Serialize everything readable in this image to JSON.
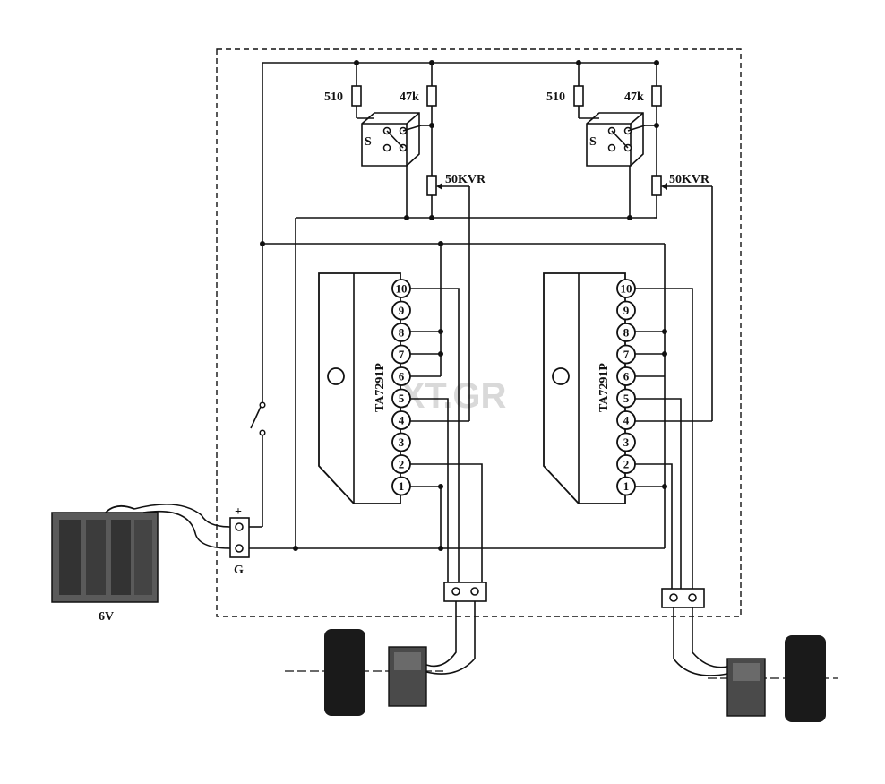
{
  "labels": {
    "res_510_left": "510",
    "res_47k_left": "47k",
    "res_510_right": "510",
    "res_47k_right": "47k",
    "vr_left": "50KVR",
    "vr_right": "50KVR",
    "switch_s_left": "S",
    "switch_s_right": "S",
    "ic_left": "TA7291P",
    "ic_right": "TA7291P",
    "plus": "+",
    "ground": "G",
    "battery": "6V",
    "watermark": "NEXT.GR"
  },
  "pins": [
    "1",
    "2",
    "3",
    "4",
    "5",
    "6",
    "7",
    "8",
    "9",
    "10"
  ],
  "colors": {
    "line": "#111111",
    "watermark": "#d9d9d9"
  }
}
